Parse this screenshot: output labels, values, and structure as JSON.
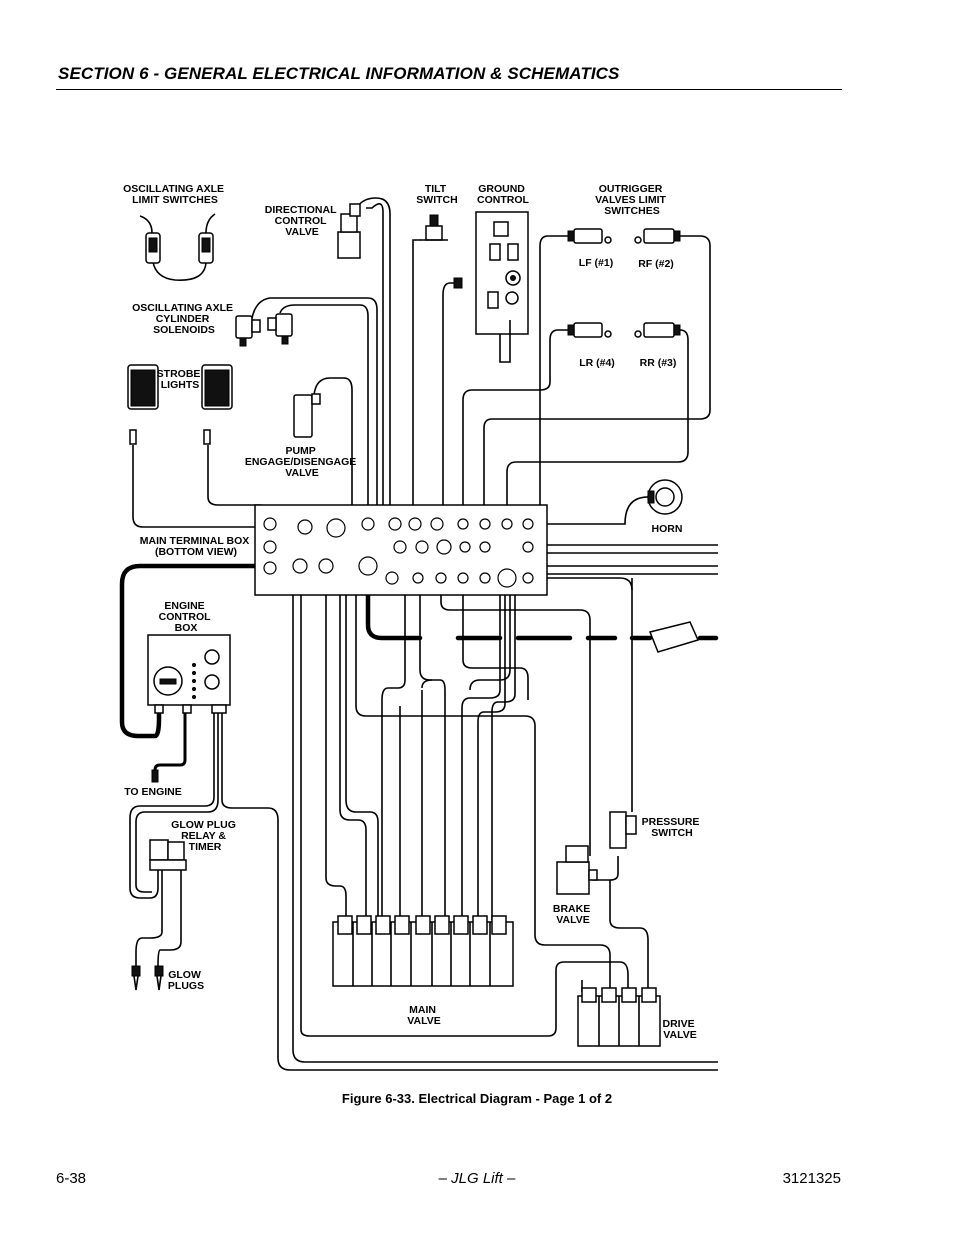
{
  "header": {
    "section_title": "SECTION 6 - GENERAL ELECTRICAL INFORMATION & SCHEMATICS"
  },
  "diagram": {
    "labels": {
      "osc_axle_switches": [
        "OSCILLATING AXLE",
        "LIMIT SWITCHES"
      ],
      "directional_valve": [
        "DIRECTIONAL",
        "CONTROL",
        "VALVE"
      ],
      "tilt_switch": [
        "TILT",
        "SWITCH"
      ],
      "ground_control": [
        "GROUND",
        "CONTROL"
      ],
      "outrigger": [
        "OUTRIGGER",
        "VALVES LIMIT",
        "SWITCHES"
      ],
      "lf": "LF (#1)",
      "rf": "RF (#2)",
      "lr": "LR (#4)",
      "rr": "RR (#3)",
      "osc_axle_solenoids": [
        "OSCILLATING AXLE",
        "CYLINDER",
        "SOLENOIDS"
      ],
      "strobe": [
        "STROBE",
        "LIGHTS"
      ],
      "pump": [
        "PUMP",
        "ENGAGE/DISENGAGE",
        "VALVE"
      ],
      "horn": "HORN",
      "main_terminal": [
        "MAIN TERMINAL BOX",
        "(BOTTOM VIEW)"
      ],
      "engine_box": [
        "ENGINE",
        "CONTROL",
        "BOX"
      ],
      "to_engine": "TO ENGINE",
      "glow_relay": [
        "GLOW PLUG",
        "RELAY &",
        "TIMER"
      ],
      "pressure_switch": [
        "PRESSURE",
        "SWITCH"
      ],
      "brake_valve": [
        "BRAKE",
        "VALVE"
      ],
      "glow_plugs": [
        "GLOW",
        "PLUGS"
      ],
      "main_valve": [
        "MAIN",
        "VALVE"
      ],
      "drive_valve": [
        "DRIVE",
        "VALVE"
      ]
    }
  },
  "caption": "Figure 6-33.  Electrical Diagram - Page 1 of 2",
  "footer": {
    "page": "6-38",
    "center": "– JLG Lift –",
    "doc_number": "3121325"
  }
}
